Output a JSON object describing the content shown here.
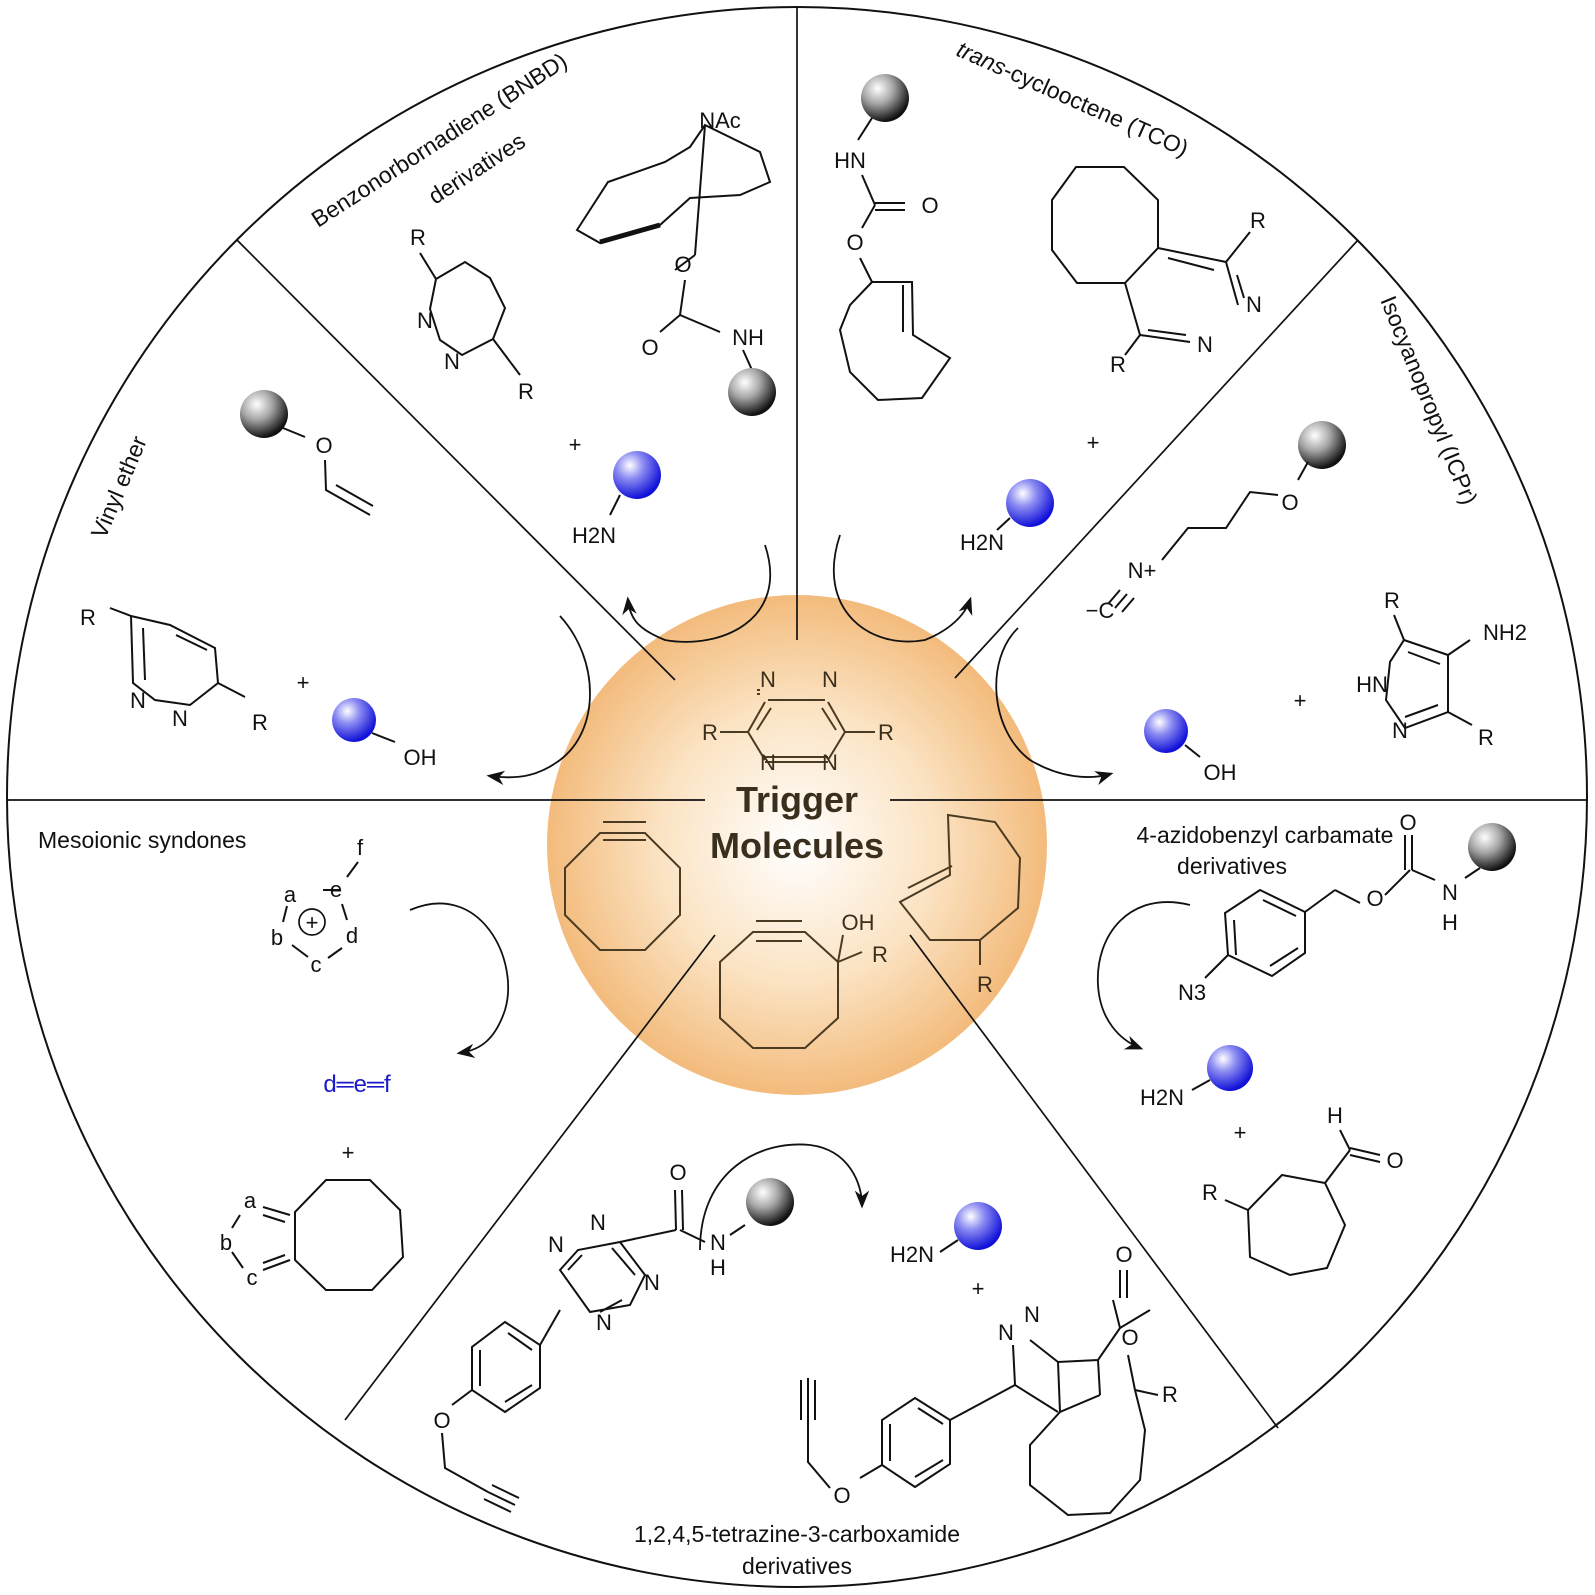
{
  "colors": {
    "core_fill": "#f5c489",
    "core_text": "#3a2f1c",
    "released_bead": "#2222dd",
    "carrier_bead": "#333333",
    "byproduct_text": "#1a1acc"
  },
  "center": {
    "title_line1": "Trigger",
    "title_line2": "Molecules",
    "tetrazine_atoms": [
      "N",
      "N",
      "N",
      "N",
      "R",
      "R"
    ],
    "alkyne_substituents": [
      "OH",
      "R"
    ],
    "tco_substituent": "R"
  },
  "sectors": {
    "bnbd": {
      "title_line1": "Benzonorbornadiene  (BNBD)",
      "title_line2": "derivatives",
      "atoms": {
        "nac": "NAc",
        "o1": "O",
        "o2": "O",
        "nh": "NH",
        "n1": "N",
        "n2": "N",
        "r1": "R",
        "r2": "R",
        "h2n": "H2N"
      },
      "plus": "+"
    },
    "tco": {
      "title_italic": "trans",
      "title_rest": "-cyclooctene  (TCO)",
      "atoms": {
        "hn": "HN",
        "o1": "O",
        "o2": "O",
        "r1": "R",
        "r2": "R",
        "n1": "N",
        "n2": "N",
        "h2n": "H2N"
      },
      "plus": "+"
    },
    "icpr": {
      "title": "Isocyanopropyl  (ICPr)",
      "atoms": {
        "o": "O",
        "n_plus": "N+",
        "c_minus": "−C",
        "r1": "R",
        "r2": "R",
        "nh2": "NH2",
        "hn": "HN",
        "n": "N",
        "oh": "OH"
      },
      "plus": "+"
    },
    "vinyl": {
      "title": "Vinyl  ether",
      "atoms": {
        "o": "O",
        "r1": "R",
        "r2": "R",
        "n1": "N",
        "n2": "N",
        "oh": "OH"
      },
      "plus": "+"
    },
    "syndones": {
      "title": "Mesoionic  syndones",
      "ring_atoms": [
        "a",
        "b",
        "c",
        "d",
        "e",
        "f"
      ],
      "charge": "+",
      "byproduct": "d═e═f",
      "product_atoms": [
        "a",
        "b",
        "c"
      ],
      "plus": "+"
    },
    "azido": {
      "title_line1": "4-azidobenzyl  carbamate",
      "title_line2": "derivatives",
      "atoms": {
        "o1": "O",
        "o2": "O",
        "n": "N",
        "h": "H",
        "n3": "N3",
        "h2n": "H2N",
        "r": "R",
        "h_ald": "H",
        "o_ald": "O"
      },
      "plus": "+"
    },
    "tetrazine_carboxamide": {
      "title_line1": "1,2,4,5-tetrazine-3-carboxamide",
      "title_line2": "derivatives",
      "atoms": {
        "o_amide": "O",
        "n": "N",
        "h": "H",
        "o_ether": "O",
        "h2n": "H2N",
        "o_lac1": "O",
        "o_lac2": "O",
        "r": "R",
        "o_ether2": "O"
      },
      "plus": "+"
    }
  }
}
